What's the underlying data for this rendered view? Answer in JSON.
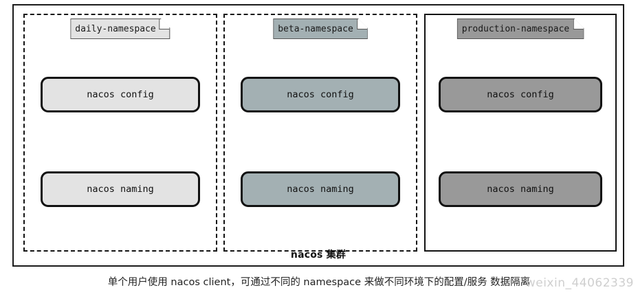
{
  "diagram": {
    "cluster": {
      "label": "nacos 集群",
      "border_color": "#1a1a1a"
    },
    "namespaces": [
      {
        "id": "daily",
        "tab_label": "daily-namespace",
        "border_style": "dashed",
        "fill": "#e3e3e3",
        "services": [
          {
            "label": "nacos config"
          },
          {
            "label": "nacos naming"
          }
        ]
      },
      {
        "id": "beta",
        "tab_label": "beta-namespace",
        "border_style": "dashed",
        "fill": "#a3b0b3",
        "services": [
          {
            "label": "nacos config"
          },
          {
            "label": "nacos naming"
          }
        ]
      },
      {
        "id": "production",
        "tab_label": "production-namespace",
        "border_style": "solid",
        "fill": "#999999",
        "services": [
          {
            "label": "nacos config"
          },
          {
            "label": "nacos naming"
          }
        ]
      }
    ]
  },
  "caption": "单个用户使用 nacos client，可通过不同的 namespace 来做不同环境下的配置/服务 数据隔离",
  "watermark": "weixin_44062339"
}
